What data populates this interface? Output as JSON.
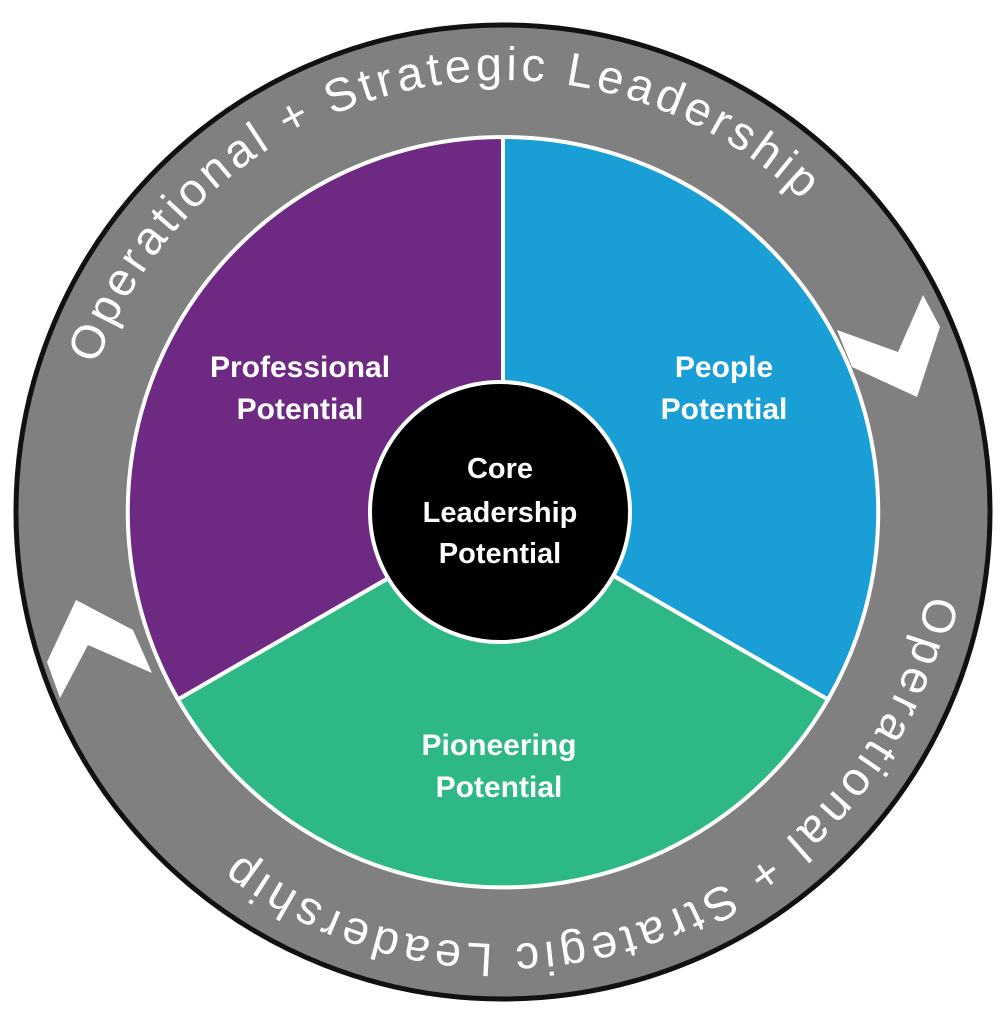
{
  "ring": {
    "top_label": "Operational + Strategic Leadership",
    "bottom_label": "Operational + Strategic Leadership"
  },
  "segments": [
    {
      "line1": "Professional",
      "line2": "Potential",
      "color": "#6e2a82"
    },
    {
      "line1": "People",
      "line2": "Potential",
      "color": "#1a9ed6"
    },
    {
      "line1": "Pioneering",
      "line2": "Potential",
      "color": "#2db885"
    }
  ],
  "core": {
    "line1": "Core",
    "line2": "Leadership",
    "line3": "Potential"
  },
  "colors": {
    "ring": "#808080",
    "core": "#000000",
    "outline": "#111111"
  }
}
